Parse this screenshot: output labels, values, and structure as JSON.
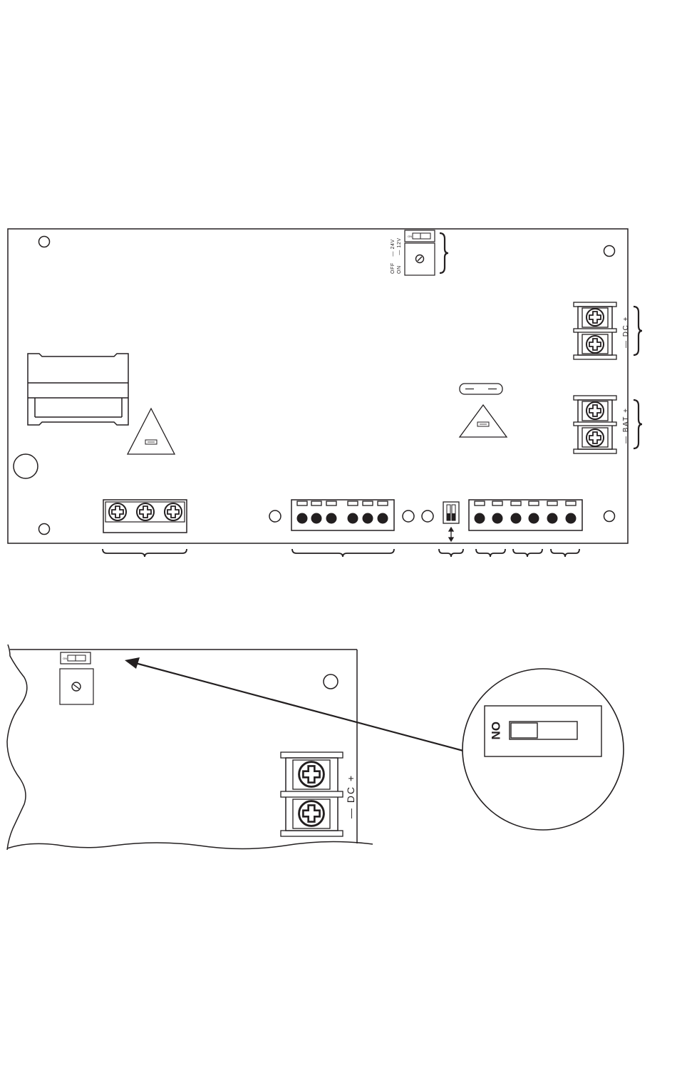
{
  "board": {
    "voltage_selector": {
      "off_label": "OFF",
      "on_label": "ON",
      "v24_label": "— 24V",
      "v12_label": "— 12V"
    },
    "dc_terminal_label": "— DC +",
    "bat_terminal_label": "— BAT +"
  },
  "detail": {
    "dc_terminal_label": "— DC +",
    "zoom_switch_label": "ON"
  },
  "colors": {
    "line": "#231f20",
    "background": "#ffffff"
  }
}
